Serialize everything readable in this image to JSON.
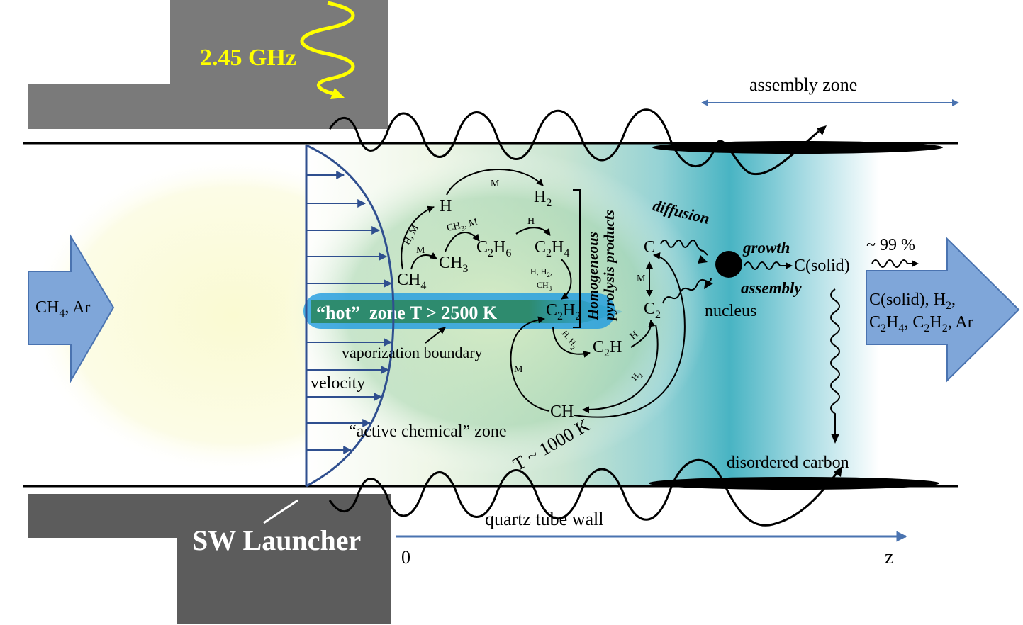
{
  "source": {
    "frequency_label": "2.45 GHz",
    "launcher_label": "SW Launcher"
  },
  "inlet": {
    "label_main": "CH",
    "label_sub": "4",
    "label_tail": ", Ar"
  },
  "outlet": {
    "line1": "C(solid), H",
    "line1_sub": "2",
    "line1_tail": ",",
    "line2_a": "C",
    "line2_a_sub": "2",
    "line2_b": "H",
    "line2_b_sub": "4",
    "line2_c": ", C",
    "line2_c_sub": "2",
    "line2_d": "H",
    "line2_d_sub": "2",
    "line2_e": ", Ar"
  },
  "zones": {
    "assembly": "assembly zone",
    "hot_zone": "“hot”  zone T > 2500 K",
    "vaporization": "vaporization boundary",
    "velocity": "velocity",
    "active_chemical": "“active chemical” zone",
    "temperature_1000": "T ~ 1000 K",
    "quartz": "quartz tube wall",
    "disordered": "disordered carbon",
    "homogeneous_1": "Homogeneous",
    "homogeneous_2": "pyrolysis products"
  },
  "species": {
    "h": "H",
    "h2": "H",
    "ch3": "CH",
    "ch4": "CH",
    "c2h6": "C",
    "c2h4": "C",
    "c2h2": "C",
    "c2h": "C",
    "c2": "C",
    "c": "C",
    "ch": "CH",
    "solid": "C(solid)",
    "nucleus": "nucleus"
  },
  "reaction_labels": {
    "m_top": "M",
    "h_m": "H, M",
    "m_left": "M",
    "ch3_m": "CH",
    "h_top": "H",
    "h_h2_ch3": "H, H",
    "m_lower": "M",
    "h_h2": "H, H",
    "h_right": "H",
    "h2_diag": "H",
    "m_vert": "M"
  },
  "processes": {
    "diffusion": "diffusion",
    "growth": "growth",
    "assembly": "assembly",
    "yield": "~ 99 %"
  },
  "axis": {
    "origin": "0",
    "z": "z"
  },
  "colors": {
    "launcher_gray": "#7a7a7a",
    "launcher_dark": "#5c5c5c",
    "arrow_blue": "#7fa6d9",
    "arrow_border": "#4a73b0",
    "profile_blue": "#2f4f8f",
    "hot_core": "#2e8b6e",
    "hot_glow": "#1f9be0",
    "teal": "#3fb0c0",
    "plasma_yellow": "#fbfbe0",
    "wave_yellow": "#ffff00"
  }
}
